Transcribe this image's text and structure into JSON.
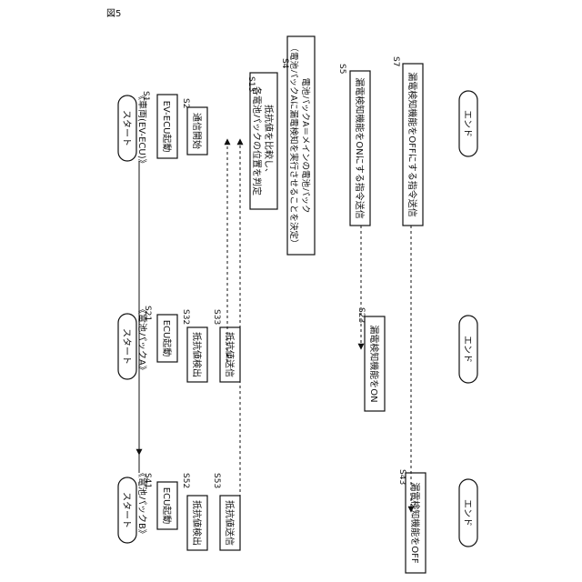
{
  "figure_label": "図5",
  "lanes": {
    "vehicle": "《車両(EV-ECU)》",
    "pack_a": "《電池パックA》",
    "pack_b": "《電池パックB》"
  },
  "terminals": {
    "start": "スタート",
    "end": "エンド"
  },
  "steps": {
    "s1": {
      "label": "S1",
      "text": "EV-ECU起動"
    },
    "s2": {
      "label": "S2",
      "text": "通信開始"
    },
    "s13": {
      "label": "S13",
      "line1": "抵抗値を比較し、",
      "line2": "各電池パックの位置を判定"
    },
    "s4": {
      "label": "S4",
      "line1": "電池パックA＝メインの電池パック",
      "line2": "（電池パックAに漏電検知を実行させることを決定）"
    },
    "s5": {
      "label": "S5",
      "text": "漏電検知機能をONにする指令送信"
    },
    "s7": {
      "label": "S7",
      "text": "漏電検知機能をOFFにする指令送信"
    },
    "s21": {
      "label": "S21",
      "text": "ECU起動"
    },
    "s32": {
      "label": "S32",
      "text": "抵抗値検出"
    },
    "s33": {
      "label": "S33",
      "text": "抵抗値送信"
    },
    "s23": {
      "label": "S23",
      "text": "漏電検知機能をON"
    },
    "s41": {
      "label": "S41",
      "text": "ECU起動"
    },
    "s52": {
      "label": "S52",
      "text": "抵抗値検出"
    },
    "s53": {
      "label": "S53",
      "text": "抵抗値送信"
    },
    "s43": {
      "label": "S43",
      "text": "漏電検知機能をOFF"
    }
  }
}
